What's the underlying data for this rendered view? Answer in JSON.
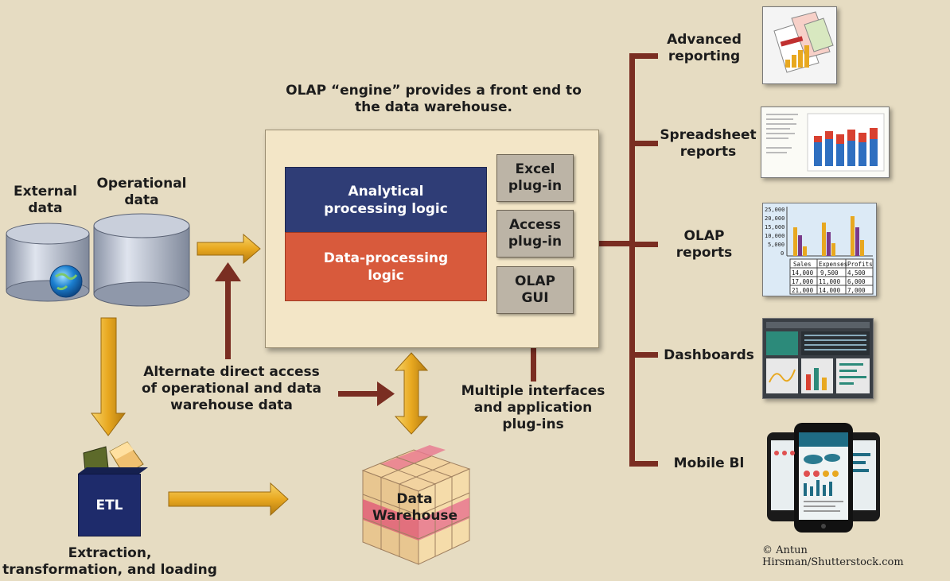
{
  "title": "OLAP “engine” provides a front end to the data warehouse.",
  "title_lines": [
    "OLAP “engine” provides a front end to",
    "the data warehouse."
  ],
  "sources": {
    "external": [
      "External",
      "data"
    ],
    "operational": [
      "Operational",
      "data"
    ]
  },
  "engine": {
    "analytical": [
      "Analytical",
      "processing logic"
    ],
    "data_processing": [
      "Data-processing",
      "logic"
    ],
    "plugins": [
      [
        "Excel",
        "plug-in"
      ],
      [
        "Access",
        "plug-in"
      ],
      [
        "OLAP",
        "GUI"
      ]
    ]
  },
  "alternate_access": [
    "Alternate direct access",
    "of operational and data",
    "warehouse data"
  ],
  "multiple_interfaces": [
    "Multiple interfaces",
    "and application",
    "plug-ins"
  ],
  "etl": {
    "box": "ETL",
    "caption": [
      "Extraction,",
      "transformation, and loading"
    ]
  },
  "warehouse": [
    "Data",
    "Warehouse"
  ],
  "outputs": [
    [
      "Advanced",
      "reporting"
    ],
    [
      "Spreadsheet",
      "reports"
    ],
    [
      "OLAP",
      "reports"
    ],
    [
      "Dashboards"
    ],
    [
      "Mobile Bl"
    ]
  ],
  "olap_report_table": {
    "axis": [
      "25,000",
      "20,000",
      "15,000",
      "10,000",
      "5,000",
      "0"
    ],
    "headers": [
      "Sales",
      "Expenses",
      "Profits"
    ],
    "rows": [
      [
        "14,000",
        "9,500",
        "4,500"
      ],
      [
        "17,000",
        "11,000",
        "6,000"
      ],
      [
        "21,000",
        "14,000",
        "7,000"
      ]
    ]
  },
  "credit": "© Antun Hirsman/Shutterstock.com",
  "colors": {
    "background": "#e6dcc2",
    "arrow_gold": "#e8a820",
    "connector": "#7a2e22",
    "navy": "#2f3d76",
    "red": "#d85a3c",
    "plugin": "#bcb4a6"
  }
}
